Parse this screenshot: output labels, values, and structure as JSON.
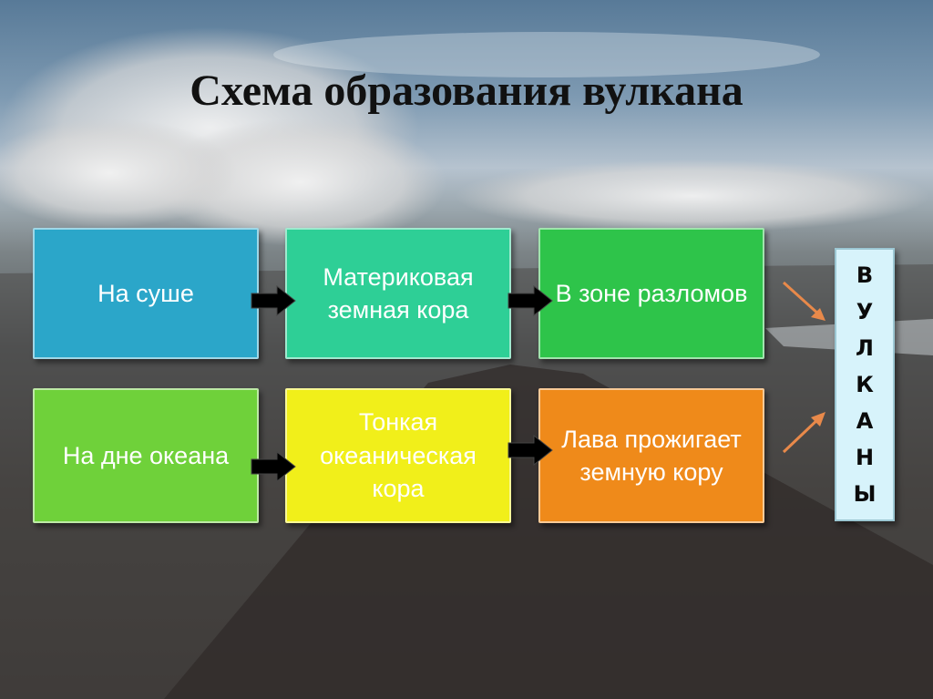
{
  "title": "Схема образования вулкана",
  "rows": [
    {
      "boxes": [
        {
          "label": "На суше",
          "color": "#2ba6c9"
        },
        {
          "label": "Материковая земная кора",
          "color": "#2ecf96"
        },
        {
          "label": "В зоне разломов",
          "color": "#2ec44a"
        }
      ]
    },
    {
      "boxes": [
        {
          "label": "На дне океана",
          "color": "#6fd13a"
        },
        {
          "label": "Тонкая океаническая кора",
          "color": "#f1ef1a"
        },
        {
          "label": "Лава прожигает земную кору",
          "color": "#ef8a1a"
        }
      ]
    }
  ],
  "result": {
    "letters": [
      "В",
      "У",
      "Л",
      "К",
      "А",
      "Н",
      "Ы"
    ],
    "color": "#d7f3fb"
  },
  "arrow_color": "#000000",
  "pointer_color": "#e8894a"
}
